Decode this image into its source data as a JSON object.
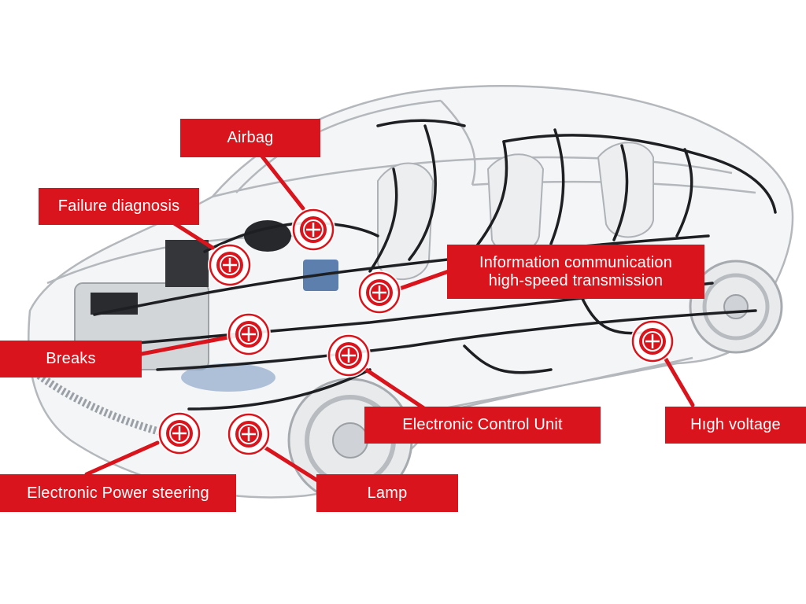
{
  "theme": {
    "accent": "#d9141c",
    "label_text": "#ffffff",
    "car_line": "#b4b7bb",
    "harness": "#1e1f22",
    "component_blue": "#5d7fae"
  },
  "callouts": {
    "airbag": "Airbag",
    "failure_diagnosis": "Failure diagnosis",
    "info_comm_line1": "Information communication",
    "info_comm_line2": "high-speed transmission",
    "breaks": "Breaks",
    "ecu": "Electronic Control Unit",
    "high_voltage": "Hıgh voltage",
    "power_steering": "Electronic Power steering",
    "lamp": "Lamp"
  },
  "hotspot_icon": "plus-circle-icon"
}
